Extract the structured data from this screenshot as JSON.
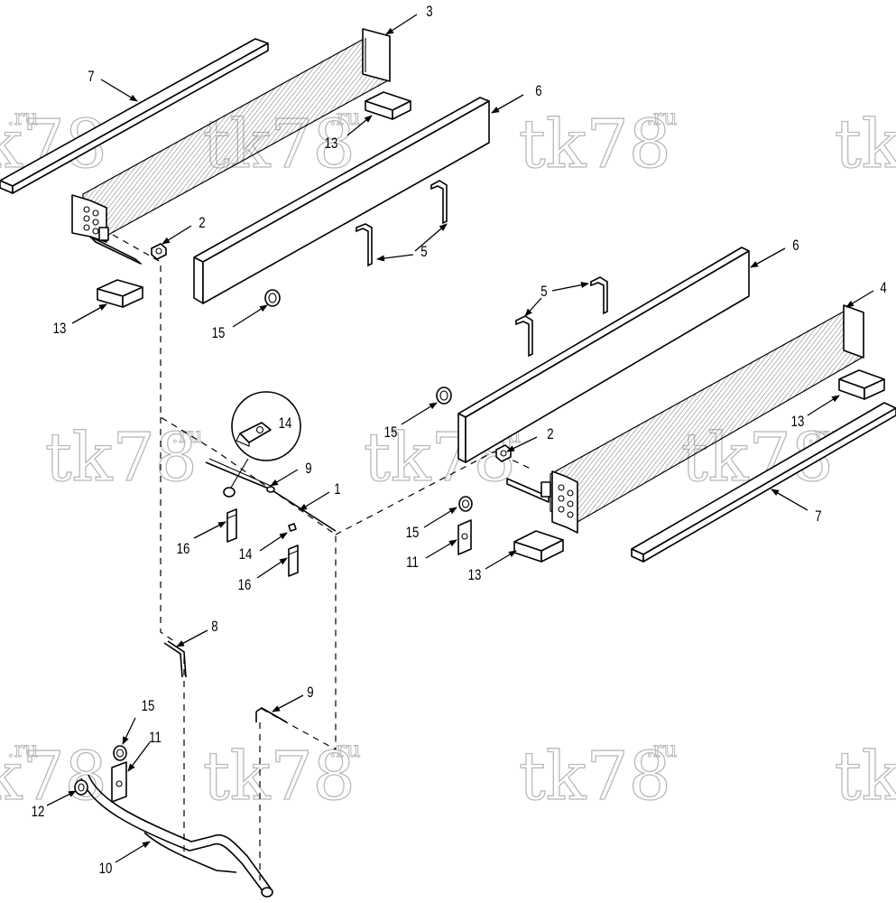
{
  "watermark": {
    "main": "tk78",
    "suffix": ".ru"
  },
  "callouts": {
    "c3": "3",
    "c7a": "7",
    "c13a": "13",
    "c6a": "6",
    "c2a": "2",
    "c5a": "5",
    "c13b": "13",
    "c15a": "15",
    "c6b": "6",
    "c4": "4",
    "c5b": "5",
    "c13c": "13",
    "c14a": "14",
    "c15b": "15",
    "c2b": "2",
    "c9a": "9",
    "c1": "1",
    "c7b": "7",
    "c16a": "16",
    "c14b": "14",
    "c16b": "16",
    "c15c": "15",
    "c11a": "11",
    "c13d": "13",
    "c8": "8",
    "c9b": "9",
    "c15d": "15",
    "c11b": "11",
    "c12": "12",
    "c10": "10"
  }
}
